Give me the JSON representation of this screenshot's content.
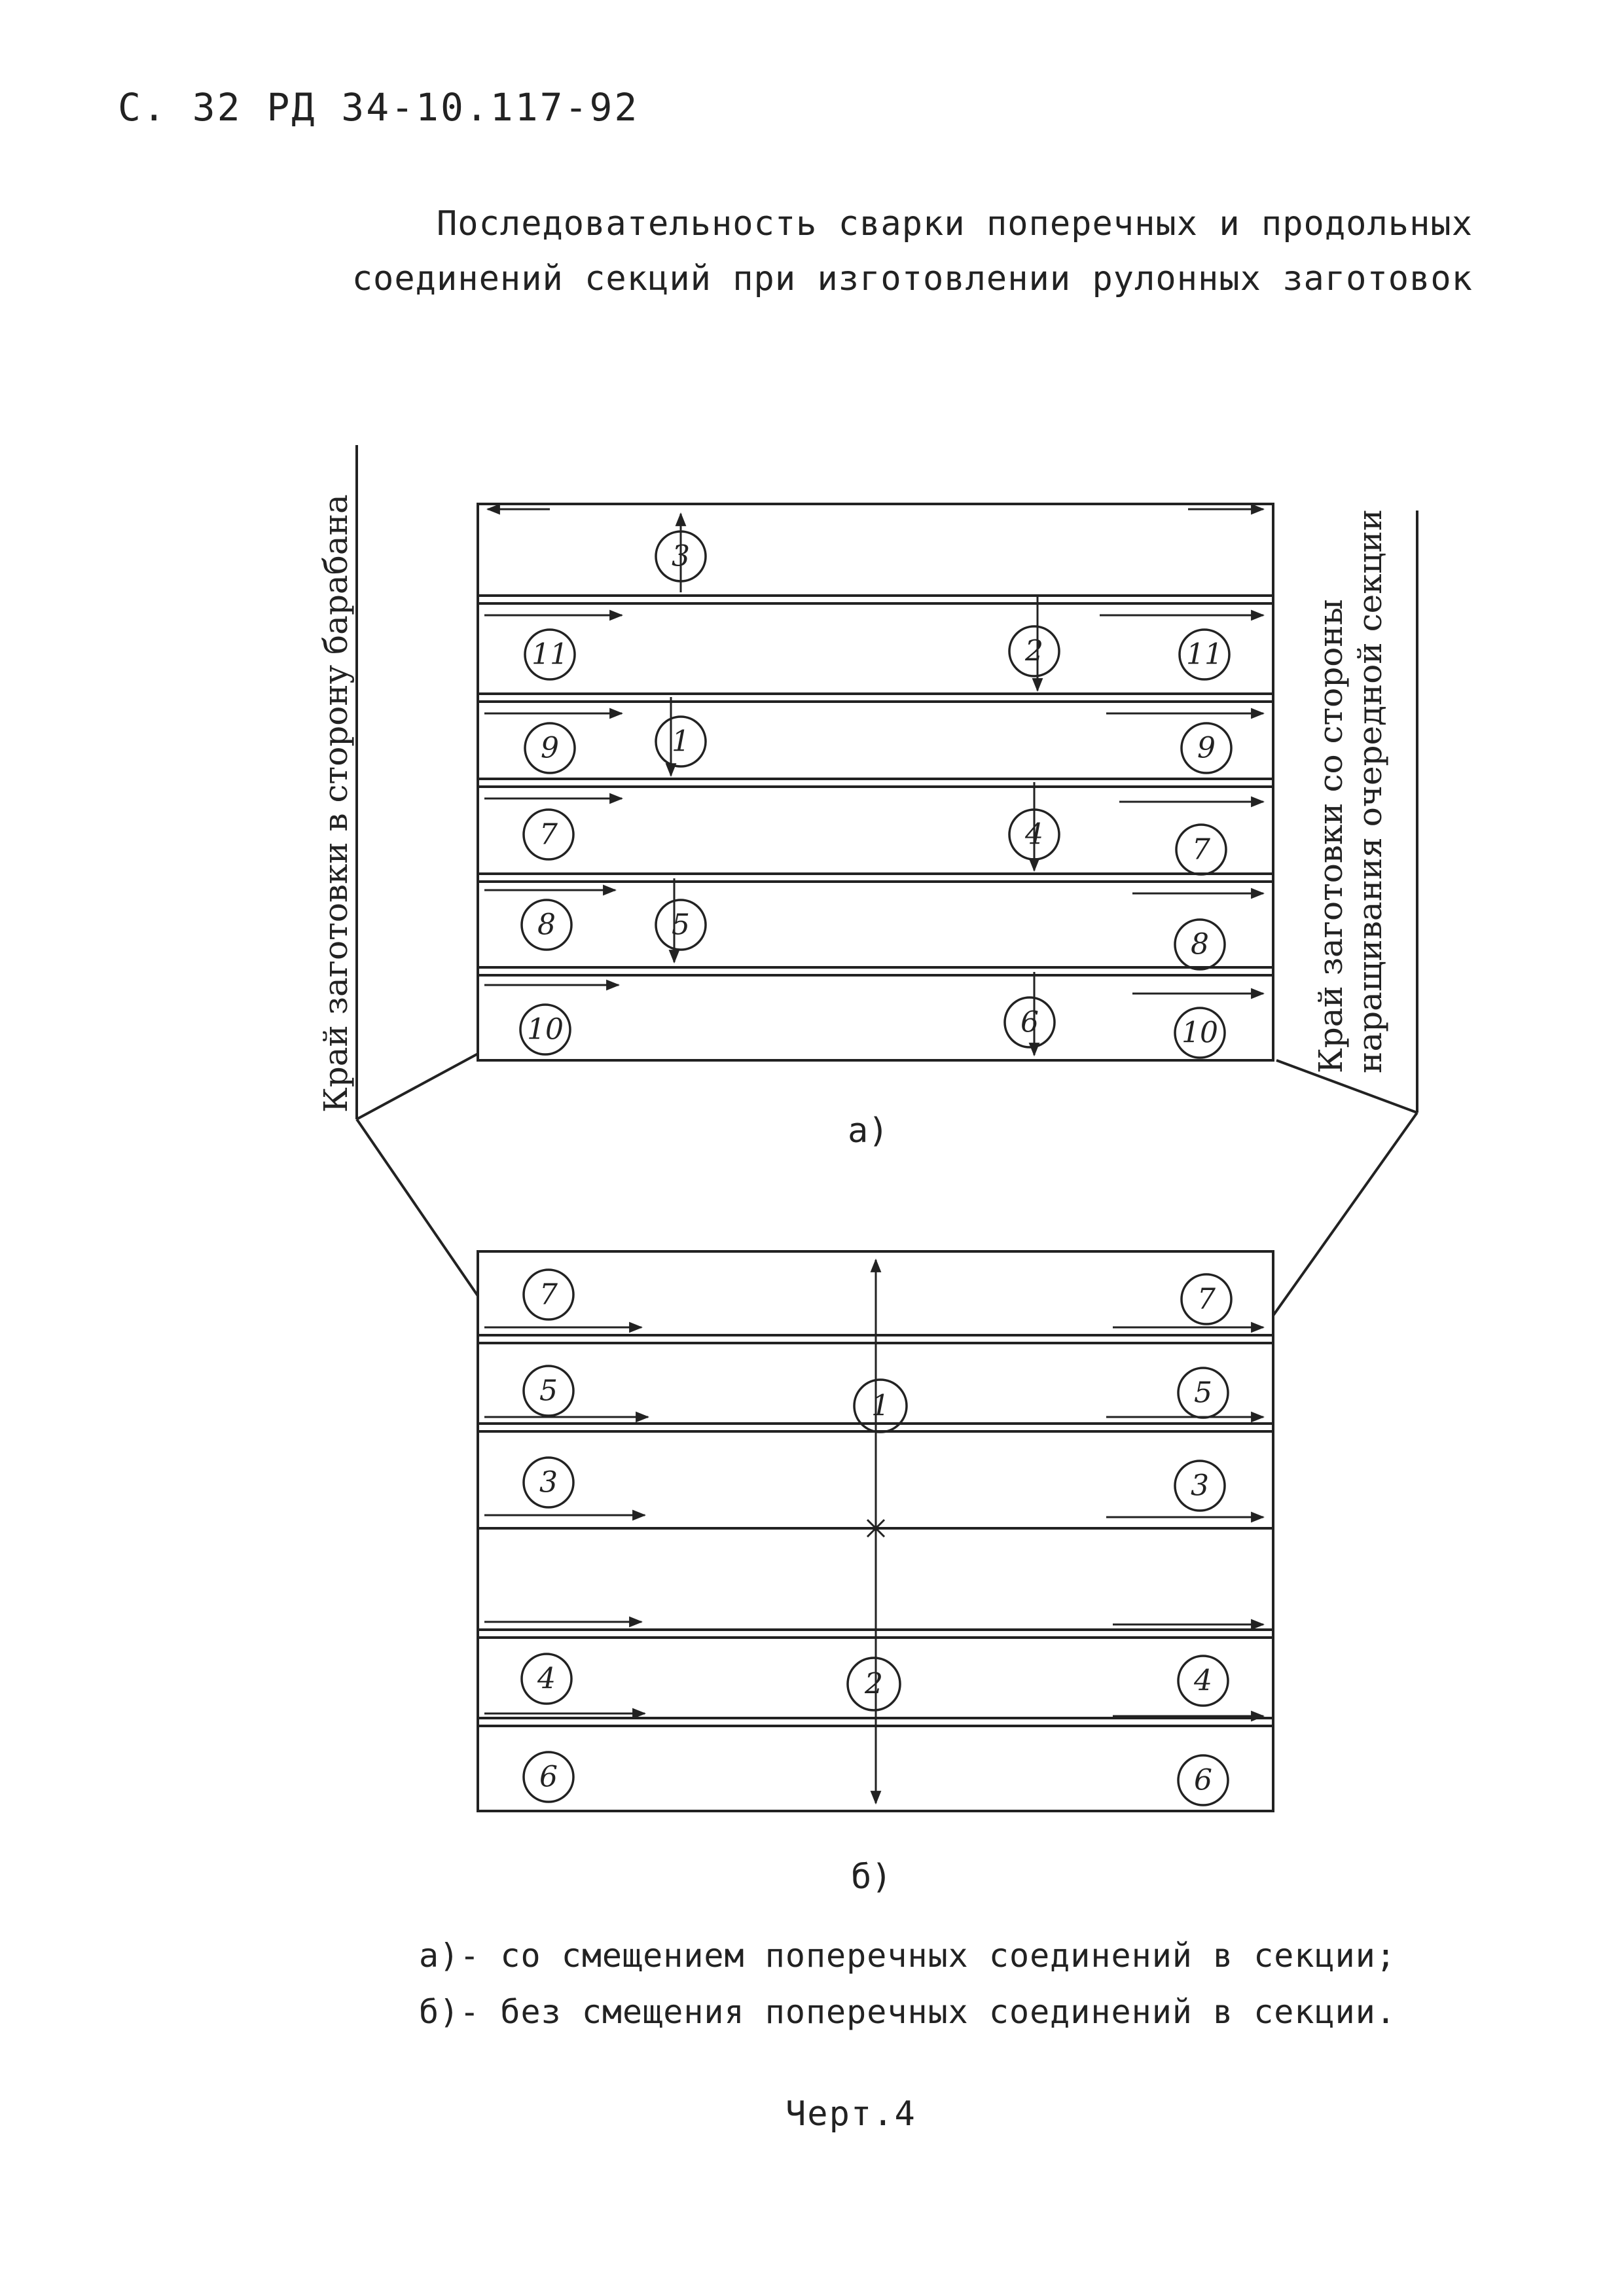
{
  "header": "С. 32  РД 34-10.117-92",
  "title": {
    "line1": "Последовательность сварки поперечных и продольных",
    "line2": "соединений секций при изготовлении рулонных заготовок"
  },
  "diagram": {
    "left_label": "Край заготовки в сторону барабана",
    "right_label_line1": "Край заготовки со стороны",
    "right_label_line2": "наращивания очередной секции",
    "panel_a": {
      "label": "а)",
      "top_marker": "3",
      "left_nums": [
        "11",
        "9",
        "7",
        "8",
        "10"
      ],
      "right_nums": [
        "11",
        "9",
        "7",
        "8",
        "10"
      ],
      "transverse_nums": [
        "2",
        "1",
        "4",
        "5",
        "6"
      ]
    },
    "panel_b": {
      "label": "б)",
      "left_nums": [
        "7",
        "5",
        "3",
        "4",
        "6"
      ],
      "right_nums": [
        "7",
        "5",
        "3",
        "4",
        "6"
      ],
      "transverse_nums": [
        "1",
        "2"
      ]
    }
  },
  "legend": {
    "line_a": "а)- со смещением поперечных соединений в секции;",
    "line_b": "б)- без смещения поперечных соединений в секции."
  },
  "caption": "Черт.4"
}
